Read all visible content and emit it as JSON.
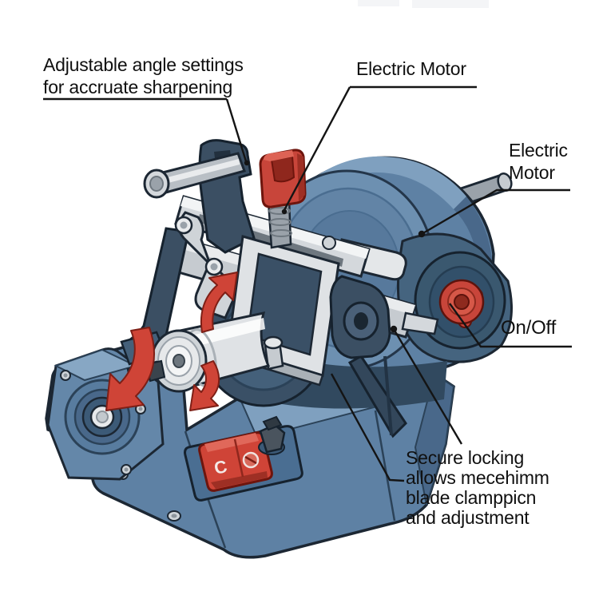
{
  "labels": [
    {
      "id": "adjustable-angle",
      "lines": [
        "Adjustable angle settings",
        "for accruate sharpening"
      ]
    },
    {
      "id": "electric-motor-top",
      "lines": [
        "Electric Motor"
      ]
    },
    {
      "id": "electric-motor-right",
      "lines": [
        "Electric",
        "Motor"
      ]
    },
    {
      "id": "on-off",
      "lines": [
        "On/Off"
      ]
    },
    {
      "id": "secure-locking",
      "lines": [
        "Secure locking",
        "allows mecehimm",
        "blade clamppicn",
        "and adjustment"
      ]
    }
  ],
  "switch": {
    "marking": "C"
  },
  "colors": {
    "machine_body_blue": "#5e81a4",
    "machine_body_dark": "#3c5a77",
    "machine_body_light": "#8aa9c6",
    "metal_silver": "#c6cbd0",
    "accent_red": "#c9443a",
    "outline": "#1c2733",
    "label_text": "#101010"
  }
}
